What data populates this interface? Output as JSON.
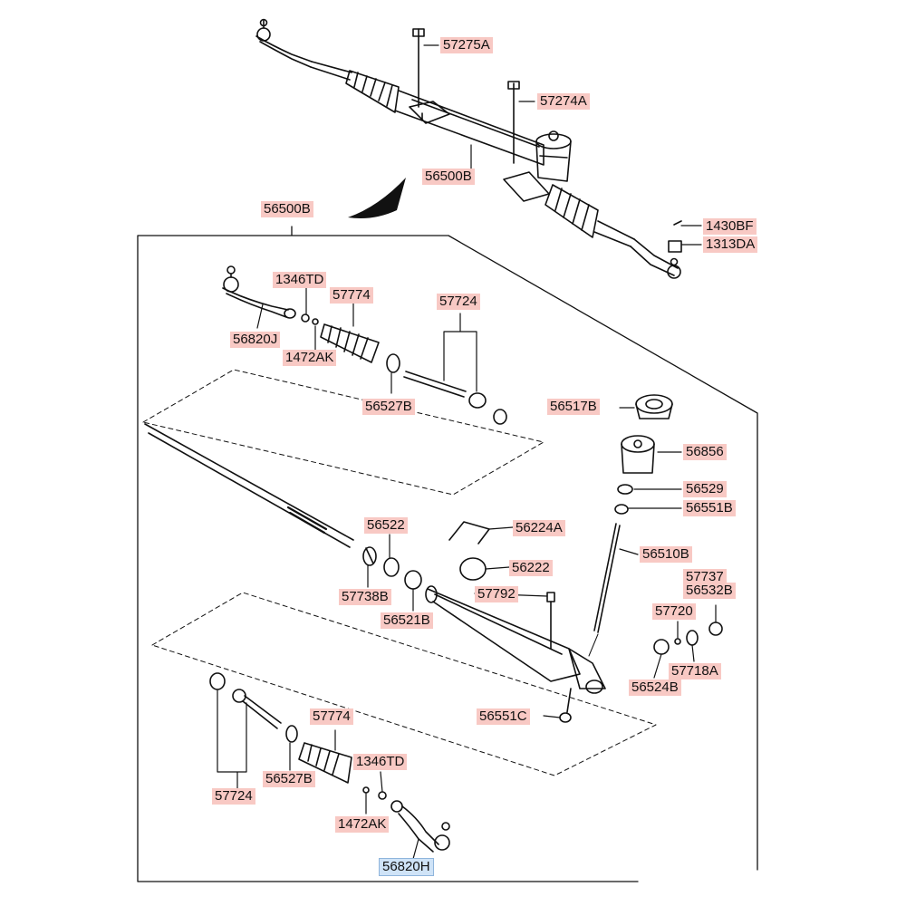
{
  "labels": {
    "p57275A": "57275A",
    "p57274A": "57274A",
    "p56500B_a": "56500B",
    "p56500B_b": "56500B",
    "p1430BF": "1430BF",
    "p1313DA": "1313DA",
    "p1346TD_a": "1346TD",
    "p57774_a": "57774",
    "p57724_a": "57724",
    "p56820J": "56820J",
    "p1472AK_a": "1472AK",
    "p56527B_a": "56527B",
    "p56517B": "56517B",
    "p56856": "56856",
    "p56529": "56529",
    "p56551B": "56551B",
    "p56522": "56522",
    "p56224A": "56224A",
    "p56510B": "56510B",
    "p56222": "56222",
    "p57737": "57737",
    "p56532B": "56532B",
    "p57738B": "57738B",
    "p57792": "57792",
    "p56521B": "56521B",
    "p57720": "57720",
    "p57718A": "57718A",
    "p56524B": "56524B",
    "p56551C": "56551C",
    "p57774_b": "57774",
    "p1346TD_b": "1346TD",
    "p56527B_b": "56527B",
    "p57724_b": "57724",
    "p1472AK_b": "1472AK",
    "p56820H": "56820H"
  },
  "selected_part": "56820H"
}
